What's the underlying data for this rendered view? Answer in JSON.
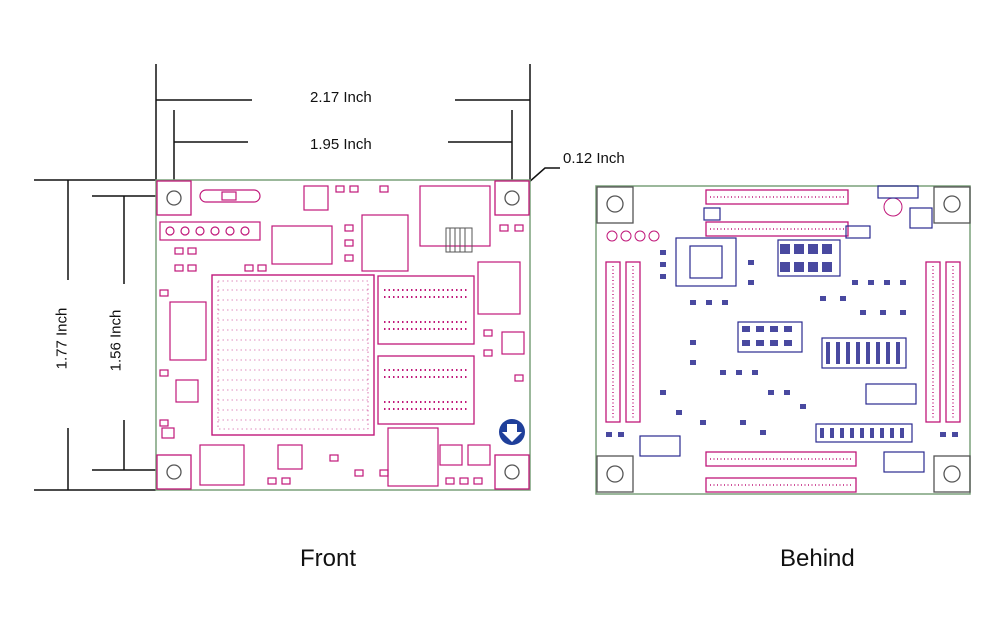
{
  "dimensions": {
    "overall_width": "2.17 Inch",
    "hole_spacing_width": "1.95 Inch",
    "hole_offset": "0.12 Inch",
    "overall_height": "1.77 Inch",
    "hole_spacing_height": "1.56 Inch"
  },
  "captions": {
    "front": "Front",
    "behind": "Behind"
  },
  "colors": {
    "front_silkscreen": "#c0187a",
    "back_silkscreen": "#2a2a90",
    "outline": "#7aa07a",
    "dimension_lines": "#111111",
    "mark_blue": "#1f3f9a"
  },
  "icons": {
    "orientation_mark": "down-arrow-icon"
  }
}
